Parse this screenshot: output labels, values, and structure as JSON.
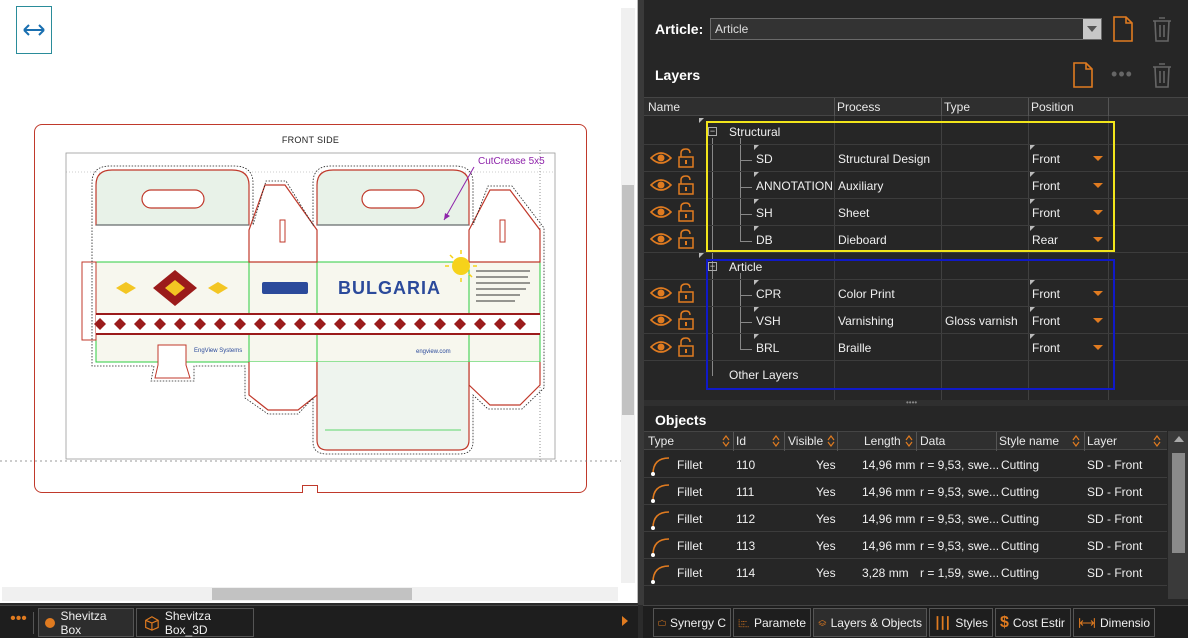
{
  "canvas": {
    "sheet_title": "FRONT SIDE",
    "crease_label": "CutCrease 5x5",
    "brand_text": "BULGARIA",
    "engview_text": "EngView Systems",
    "url_text": "engview.com"
  },
  "doc_tabs": {
    "more_label": "•••",
    "tab1": "Shevitza Box",
    "tab2": "Shevitza Box_3D"
  },
  "article": {
    "label": "Article:",
    "value": "Article"
  },
  "layers": {
    "title": "Layers",
    "columns": {
      "name": "Name",
      "process": "Process",
      "type": "Type",
      "position": "Position"
    },
    "groups": {
      "structural": "Structural",
      "article": "Article",
      "other": "Other Layers"
    },
    "rows": [
      {
        "name": "SD",
        "process": "Structural Design",
        "type": "",
        "position": "Front"
      },
      {
        "name": "ANNOTATION",
        "process": "Auxiliary",
        "type": "",
        "position": "Front"
      },
      {
        "name": "SH",
        "process": "Sheet",
        "type": "",
        "position": "Front"
      },
      {
        "name": "DB",
        "process": "Dieboard",
        "type": "",
        "position": "Rear"
      },
      {
        "name": "CPR",
        "process": "Color Print",
        "type": "",
        "position": "Front"
      },
      {
        "name": "VSH",
        "process": "Varnishing",
        "type": "Gloss varnish",
        "position": "Front"
      },
      {
        "name": "BRL",
        "process": "Braille",
        "type": "",
        "position": "Front"
      }
    ]
  },
  "objects": {
    "title": "Objects",
    "columns": {
      "type": "Type",
      "id": "Id",
      "visible": "Visible",
      "length": "Length",
      "data": "Data",
      "style": "Style name",
      "layer": "Layer"
    },
    "rows": [
      {
        "type": "Fillet",
        "id": "110",
        "visible": "Yes",
        "length": "14,96 mm",
        "data": "r = 9,53, swe...",
        "style": "Cutting",
        "layer": "SD - Front"
      },
      {
        "type": "Fillet",
        "id": "111",
        "visible": "Yes",
        "length": "14,96 mm",
        "data": "r = 9,53, swe...",
        "style": "Cutting",
        "layer": "SD - Front"
      },
      {
        "type": "Fillet",
        "id": "112",
        "visible": "Yes",
        "length": "14,96 mm",
        "data": "r = 9,53, swe...",
        "style": "Cutting",
        "layer": "SD - Front"
      },
      {
        "type": "Fillet",
        "id": "113",
        "visible": "Yes",
        "length": "14,96 mm",
        "data": "r = 9,53, swe...",
        "style": "Cutting",
        "layer": "SD - Front"
      },
      {
        "type": "Fillet",
        "id": "114",
        "visible": "Yes",
        "length": "3,28 mm",
        "data": "r = 1,59, swe...",
        "style": "Cutting",
        "layer": "SD - Front"
      }
    ]
  },
  "panel_tabs": {
    "synergy": "Synergy C",
    "params": "Paramete",
    "layers_objects": "Layers & Objects",
    "styles": "Styles",
    "cost": "Cost Estir",
    "dimension": "Dimensio"
  },
  "colors": {
    "accent": "#e07b20",
    "highlight_structural": "#f2e51b",
    "highlight_article": "#1019c8",
    "dieline": "#c0392b"
  }
}
